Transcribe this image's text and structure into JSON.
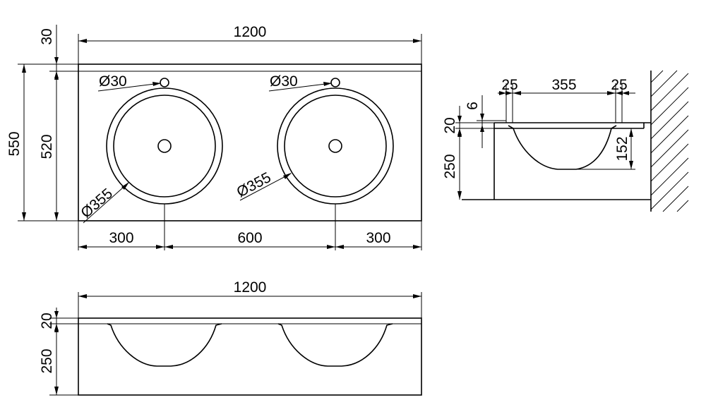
{
  "top_view": {
    "dims": {
      "overall_width": "1200",
      "back_strip": "30",
      "total_depth": "550",
      "inner_depth": "520",
      "left_offset": "300",
      "center_spacing": "600",
      "right_offset": "300"
    },
    "tap_hole_left": "Ø30",
    "tap_hole_right": "Ø30",
    "bowl_left": "Ø355",
    "bowl_right": "Ø355"
  },
  "front_view": {
    "dims": {
      "overall_width": "1200",
      "top_thickness": "20",
      "cabinet_height": "250"
    }
  },
  "side_view": {
    "dims": {
      "rim_left": "25",
      "bowl_width": "355",
      "rim_right": "25",
      "lip": "6",
      "top_thickness": "20",
      "cabinet_height": "250",
      "bowl_depth": "152"
    }
  }
}
